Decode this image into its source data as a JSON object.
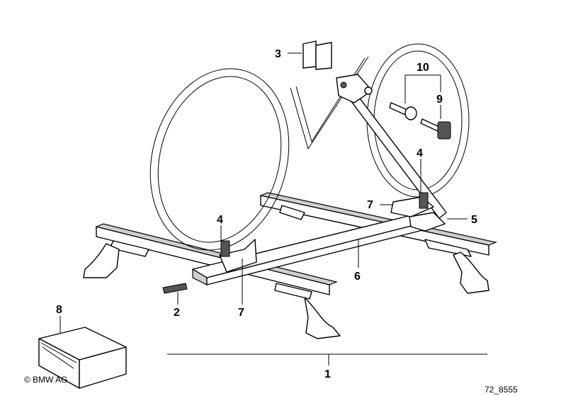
{
  "callouts": {
    "c1": "1",
    "c2": "2",
    "c3": "3",
    "c4a": "4",
    "c4b": "4",
    "c5": "5",
    "c6": "6",
    "c7a": "7",
    "c7b": "7",
    "c8": "8",
    "c9": "9",
    "c10": "10"
  },
  "copyright": "© BMW AG",
  "diagram_number": "72_8555"
}
